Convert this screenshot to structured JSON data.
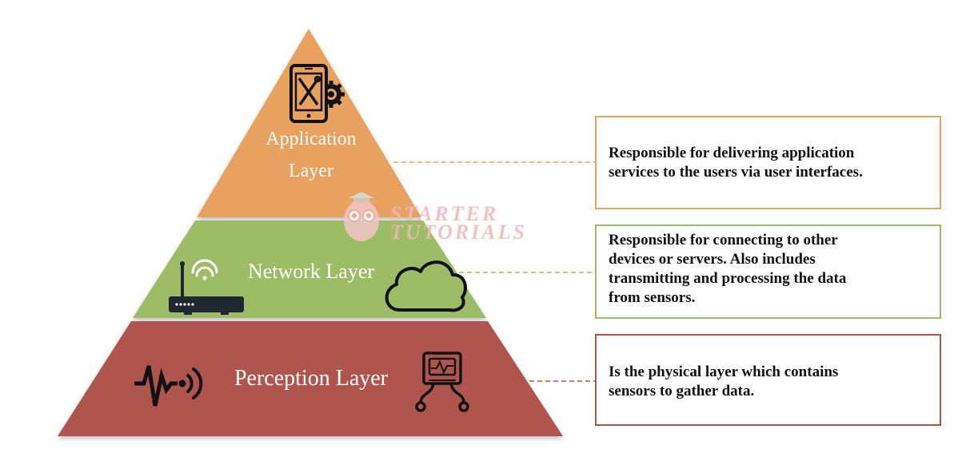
{
  "colors": {
    "application": "#e9a15e",
    "network": "#9cbd65",
    "perception": "#b0544e",
    "application_border": "#e8a35f",
    "network_border": "#9cbd65",
    "perception_border": "#b0544e",
    "icon": "#111111"
  },
  "layers": {
    "application": {
      "title_line1": "Application",
      "title_line2": "Layer",
      "icon": "tablet-tools-gear-icon",
      "description": [
        "Responsible for delivering application",
        "services to the users via user interfaces."
      ]
    },
    "network": {
      "title": "Network Layer",
      "icons": [
        "wifi-router-icon",
        "cloud-icon"
      ],
      "description": [
        "Responsible for connecting to other",
        "devices or servers. Also includes",
        "transmitting and processing the data",
        "from sensors."
      ]
    },
    "perception": {
      "title": "Perception Layer",
      "icons": [
        "pulse-signal-icon",
        "sensor-device-icon"
      ],
      "description": [
        "Is the physical layer which contains",
        "sensors to gather data."
      ]
    }
  },
  "watermark": {
    "line1": "STARTER",
    "line2": "TUTORIALS",
    "icon": "owl-logo-icon"
  }
}
